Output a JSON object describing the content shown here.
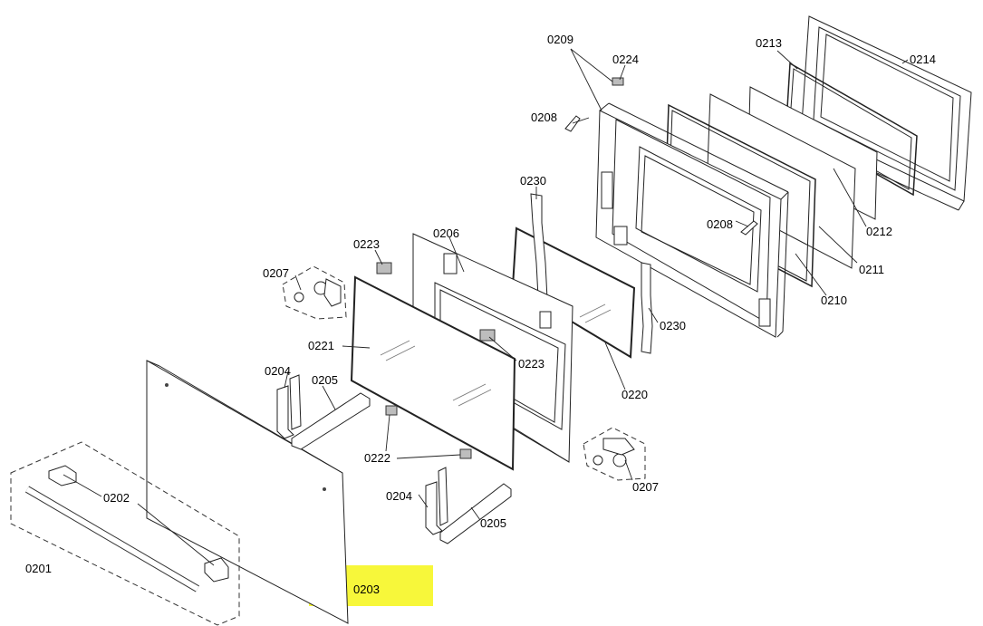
{
  "highlight_color": "#f7f73a",
  "labels": {
    "p0201": "0201",
    "p0202": "0202",
    "p0203": "0203",
    "p0204a": "0204",
    "p0204b": "0204",
    "p0205a": "0205",
    "p0205b": "0205",
    "p0206": "0206",
    "p0207a": "0207",
    "p0207b": "0207",
    "p0208a": "0208",
    "p0208b": "0208",
    "p0209": "0209",
    "p0210": "0210",
    "p0211": "0211",
    "p0212": "0212",
    "p0213": "0213",
    "p0214": "0214",
    "p0220": "0220",
    "p0221": "0221",
    "p0222": "0222",
    "p0223a": "0223",
    "p0223b": "0223",
    "p0224": "0224",
    "p0230a": "0230",
    "p0230b": "0230"
  }
}
